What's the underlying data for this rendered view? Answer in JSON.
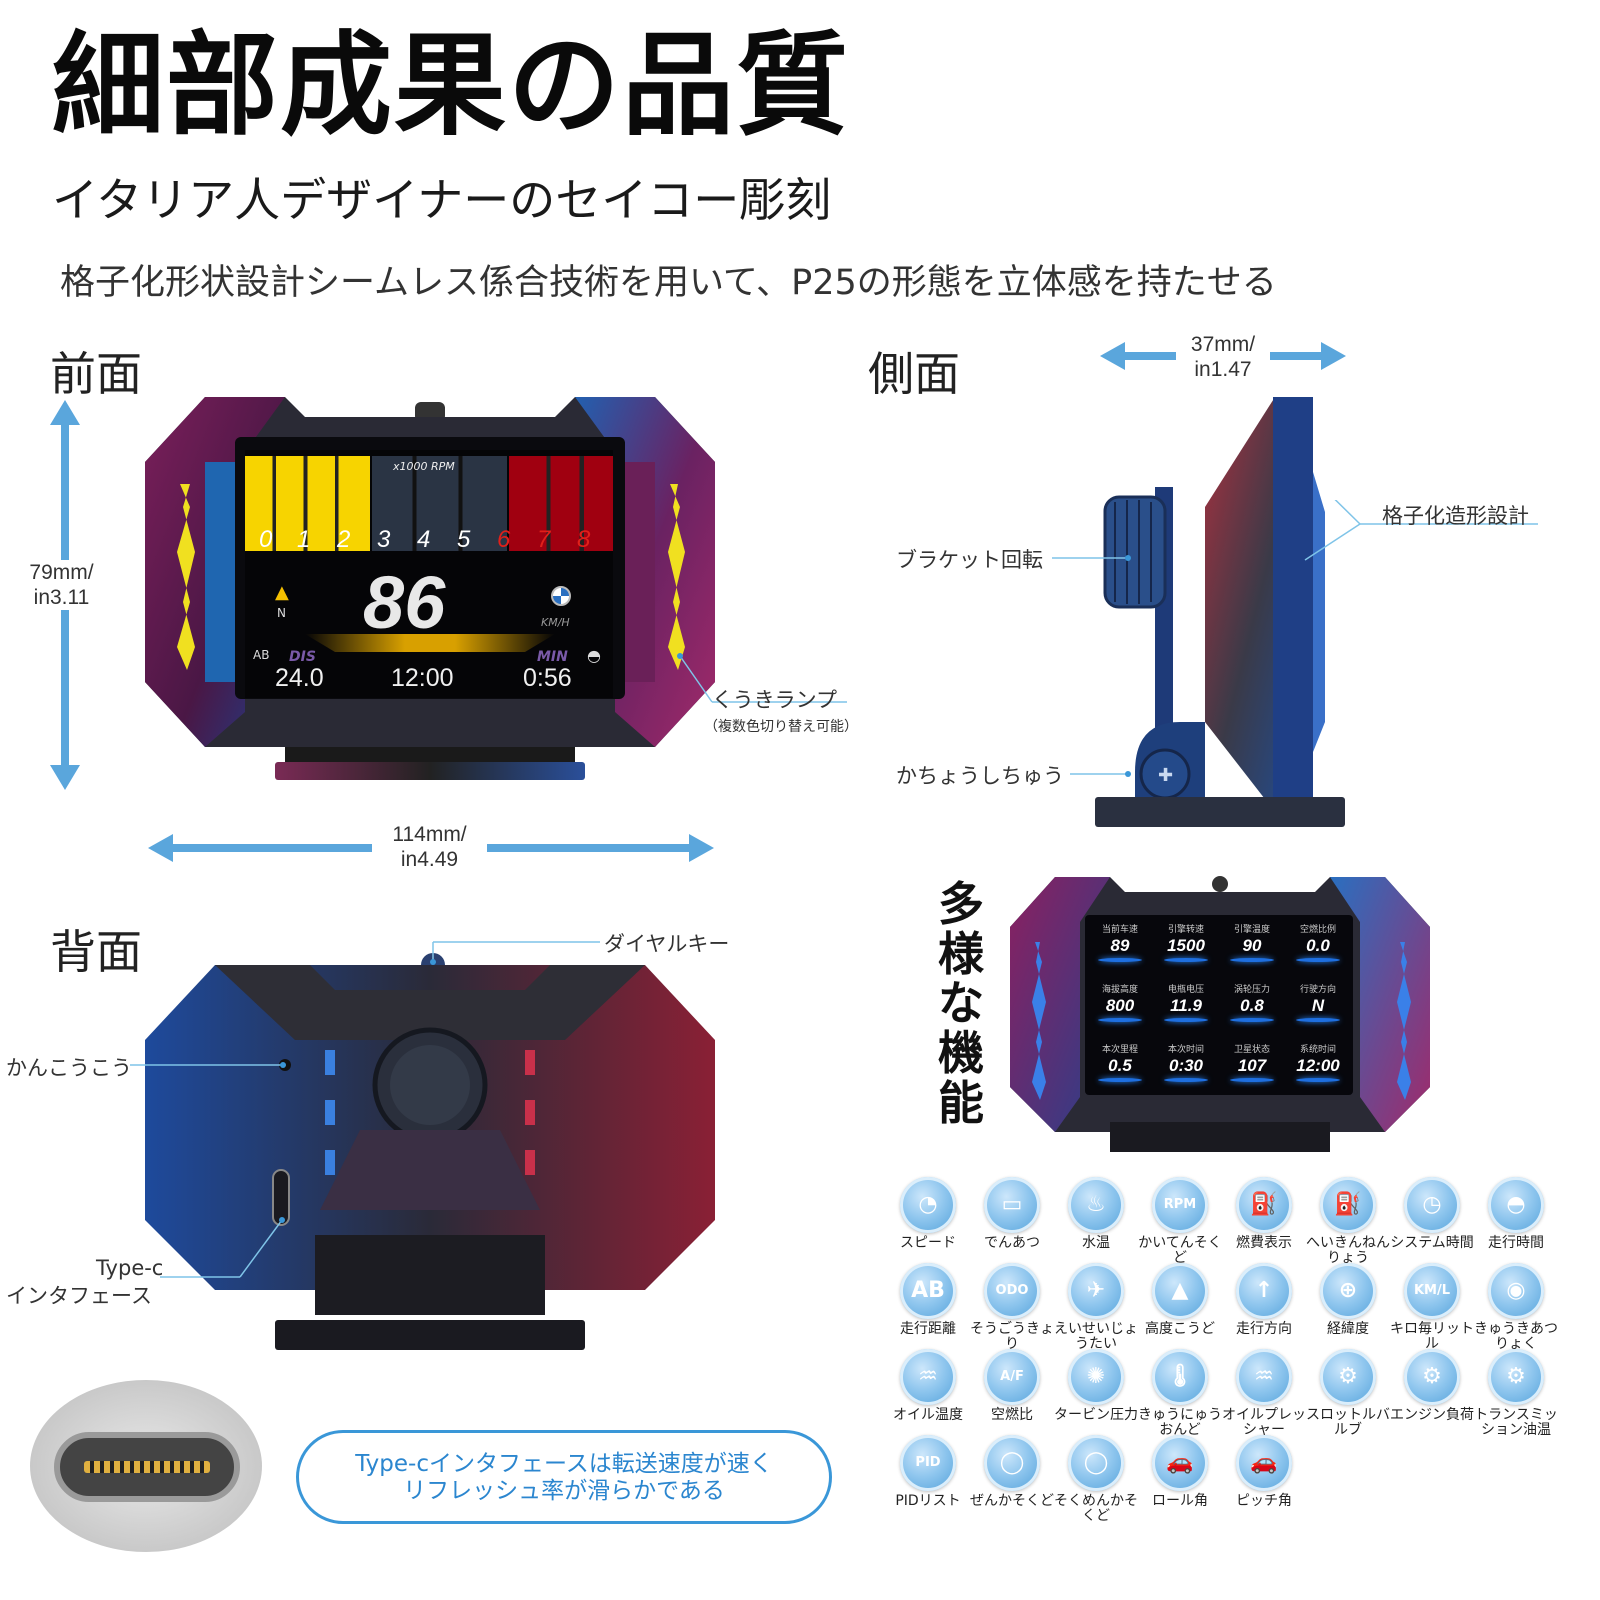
{
  "header": {
    "title": "細部成果の品質",
    "subtitle": "イタリア人デザイナーのセイコー彫刻",
    "description": "格子化形状設計シームレス係合技術を用いて、P25の形態を立体感を持たせる"
  },
  "front": {
    "label": "前面",
    "height": "79mm/",
    "height_in": "in3.11",
    "width": "114mm/",
    "width_in": "in4.49",
    "lamp": "くうきランプ",
    "lamp_note": "（複数色切り替え可能）",
    "screen": {
      "rpm_label": "x1000 RPM",
      "rpm_ticks": [
        "0",
        "1",
        "2",
        "3",
        "4",
        "5",
        "6",
        "7",
        "8"
      ],
      "speed": "86",
      "speed_unit": "KM/H",
      "compass": "N",
      "dis_label": "DIS",
      "min_label": "MIN",
      "ab": "AB",
      "distance": "24.0",
      "clock": "12:00",
      "trip_time": "0:56"
    }
  },
  "side": {
    "label": "側面",
    "depth": "37mm/",
    "depth_in": "in1.47",
    "lattice": "格子化造形設計",
    "bracket": "ブラケット回転",
    "joint": "かちょうしちゅう"
  },
  "back": {
    "label": "背面",
    "dial": "ダイヤルキー",
    "sensor": "かんこうこう",
    "type_c_1": "Type-c",
    "type_c_2": "インタフェース"
  },
  "multi": {
    "title": "多様な機能",
    "cells": [
      {
        "label": "当前车速",
        "value": "89"
      },
      {
        "label": "引擎转速",
        "value": "1500"
      },
      {
        "label": "引擎温度",
        "value": "90"
      },
      {
        "label": "空燃比例",
        "value": "0.0"
      },
      {
        "label": "海拔高度",
        "value": "800"
      },
      {
        "label": "电瓶电压",
        "value": "11.9"
      },
      {
        "label": "涡轮压力",
        "value": "0.8"
      },
      {
        "label": "行驶方向",
        "value": "N"
      },
      {
        "label": "本次里程",
        "value": "0.5"
      },
      {
        "label": "本次时间",
        "value": "0:30"
      },
      {
        "label": "卫星状态",
        "value": "107"
      },
      {
        "label": "系统时间",
        "value": "12:00"
      }
    ]
  },
  "typec_note": {
    "line1": "Type-cインタフェースは転送速度が速く",
    "line2": "リフレッシュ率が滑らかである"
  },
  "features": [
    {
      "icon": "speedometer-icon",
      "glyph": "◔",
      "label": "スピード"
    },
    {
      "icon": "battery-icon",
      "glyph": "▭",
      "label": "でんあつ"
    },
    {
      "icon": "coolant-temp-icon",
      "glyph": "♨",
      "label": "水温"
    },
    {
      "icon": "rpm-icon",
      "glyph": "RPM",
      "label": "かいてんそくど"
    },
    {
      "icon": "fuel-display-icon",
      "glyph": "⛽",
      "label": "燃費表示"
    },
    {
      "icon": "average-fuel-icon",
      "glyph": "⛽",
      "label": "へいきんねんりょう"
    },
    {
      "icon": "clock-icon",
      "glyph": "◷",
      "label": "システム時間"
    },
    {
      "icon": "drive-time-icon",
      "glyph": "◓",
      "label": "走行時間"
    },
    {
      "icon": "ab-distance-icon",
      "glyph": "AB",
      "label": "走行距離"
    },
    {
      "icon": "odometer-icon",
      "glyph": "ODO",
      "label": "そうごうきょり"
    },
    {
      "icon": "satellite-icon",
      "glyph": "✈",
      "label": "えいせいじょうたい"
    },
    {
      "icon": "altitude-icon",
      "glyph": "▲",
      "label": "高度こうど"
    },
    {
      "icon": "direction-icon",
      "glyph": "↑",
      "label": "走行方向"
    },
    {
      "icon": "gps-crosshair-icon",
      "glyph": "⊕",
      "label": "経緯度"
    },
    {
      "icon": "km-per-liter-icon",
      "glyph": "KM/L",
      "label": "キロ毎リットル"
    },
    {
      "icon": "intake-pressure-icon",
      "glyph": "◉",
      "label": "きゅうきあつりょく"
    },
    {
      "icon": "oil-temp-icon",
      "glyph": "♒",
      "label": "オイル温度"
    },
    {
      "icon": "air-fuel-icon",
      "glyph": "A/F",
      "label": "空燃比"
    },
    {
      "icon": "turbo-icon",
      "glyph": "✺",
      "label": "タービン圧力"
    },
    {
      "icon": "intake-temp-icon",
      "glyph": "🌡",
      "label": "きゅうにゅうおんど"
    },
    {
      "icon": "oil-pressure-icon",
      "glyph": "♒",
      "label": "オイルプレッシャー"
    },
    {
      "icon": "throttle-icon",
      "glyph": "⚙",
      "label": "スロットルバルブ"
    },
    {
      "icon": "engine-load-icon",
      "glyph": "⚙",
      "label": "エンジン負荷"
    },
    {
      "icon": "transmission-oil-icon",
      "glyph": "⚙",
      "label": "トランスミッション油温"
    },
    {
      "icon": "pid-icon",
      "glyph": "PID",
      "label": "PIDリスト"
    },
    {
      "icon": "accel-icon",
      "glyph": "◯",
      "label": "ぜんかそくど"
    },
    {
      "icon": "lateral-accel-icon",
      "glyph": "◯",
      "label": "そくめんかそくど"
    },
    {
      "icon": "roll-angle-icon",
      "glyph": "🚗",
      "label": "ロール角"
    },
    {
      "icon": "pitch-angle-icon",
      "glyph": "🚗",
      "label": "ピッチ角"
    }
  ],
  "colors": {
    "accent_blue": "#3a97d8",
    "rpm_yellow": "#f5d000",
    "rpm_red": "#a00010",
    "body_magenta": "#7a1a52",
    "body_blue": "#1e5fa8"
  }
}
